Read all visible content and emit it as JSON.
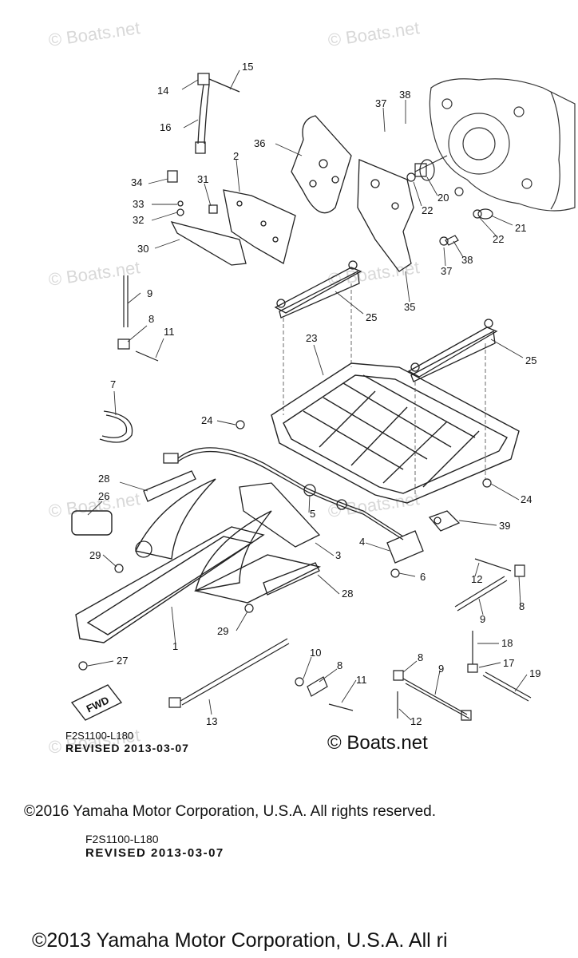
{
  "watermark": "© Boats.net",
  "boats_credit": "© Boats.net",
  "fwd_label": "FWD",
  "diagram_code_1": "F2S1100-L180",
  "revised_1": "REVISED 2013-03-07",
  "copyright_2016": "©2016 Yamaha Motor Corporation, U.S.A. All rights reserved.",
  "diagram_code_2": "F2S1100-L180",
  "revised_2": "REVISED 2013-03-07",
  "copyright_2013": "©2013 Yamaha Motor Corporation, U.S.A. All ri",
  "callouts": [
    "15",
    "14",
    "16",
    "37",
    "38",
    "36",
    "2",
    "34",
    "31",
    "33",
    "32",
    "20",
    "22",
    "21",
    "22",
    "30",
    "38",
    "37",
    "9",
    "35",
    "25",
    "8",
    "11",
    "23",
    "25",
    "7",
    "24",
    "28",
    "5",
    "24",
    "26",
    "39",
    "4",
    "3",
    "29",
    "6",
    "28",
    "12",
    "1",
    "29",
    "9",
    "8",
    "10",
    "8",
    "18",
    "27",
    "8",
    "17",
    "9",
    "19",
    "11",
    "12",
    "13"
  ]
}
